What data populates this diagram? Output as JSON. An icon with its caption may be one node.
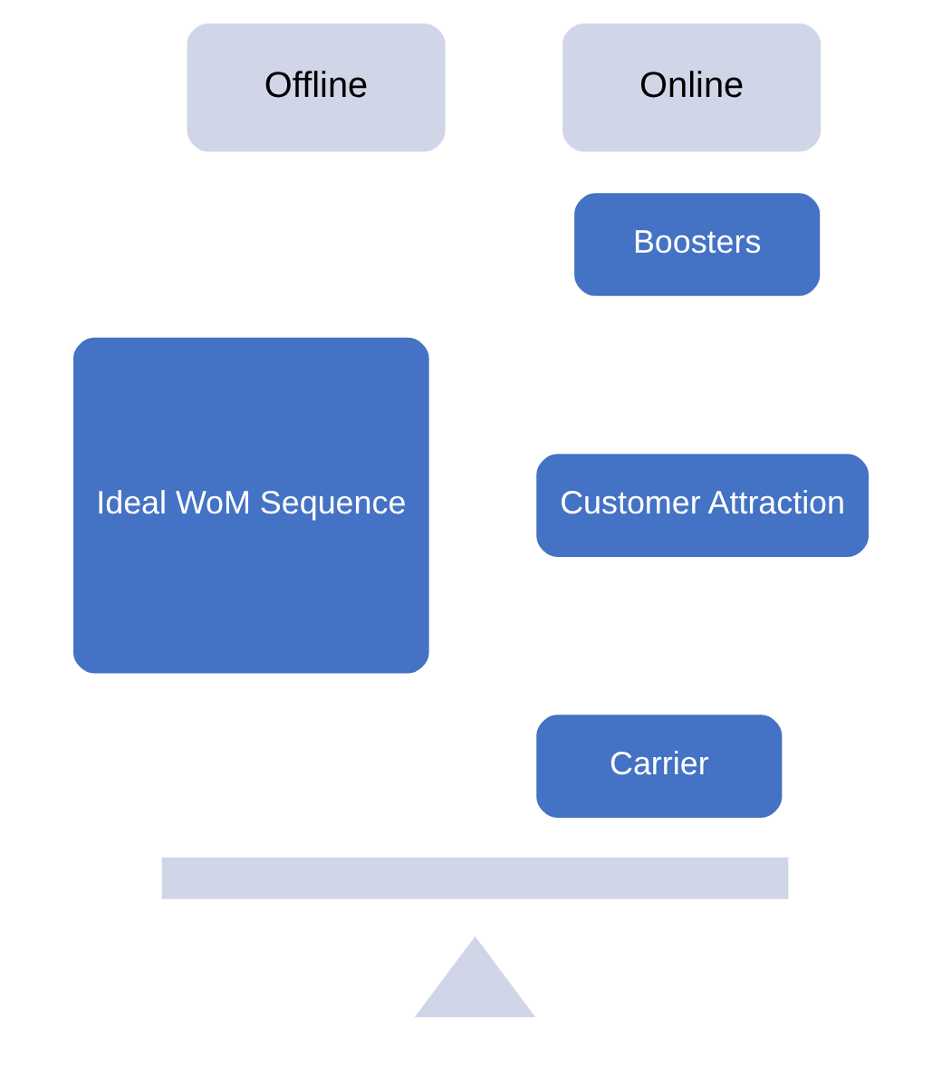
{
  "diagram": {
    "nodes": [
      {
        "text": [
          "Offline"
        ]
      },
      {
        "text": [
          "Online"
        ]
      },
      {
        "text": [
          "Ideal WoM Sequence"
        ]
      },
      {
        "text": [
          "Boosters"
        ]
      },
      {
        "text": [
          "Customer Attraction"
        ]
      },
      {
        "text": [
          "Carrier"
        ]
      },
      {
        "text": [],
        "shape": "bar"
      },
      {
        "text": [],
        "shape": "triangle"
      }
    ]
  }
}
